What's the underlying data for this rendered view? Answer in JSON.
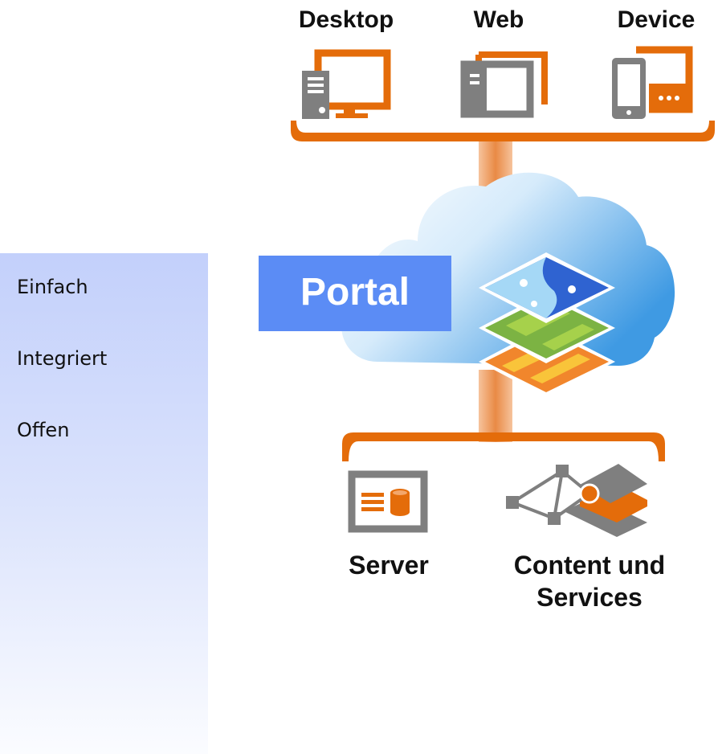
{
  "features": [
    "Einfach",
    "Integriert",
    "Offen"
  ],
  "clients": {
    "desktop": "Desktop",
    "web": "Web",
    "device": "Device"
  },
  "portal": {
    "label": "Portal"
  },
  "backend": {
    "server": "Server",
    "content_line1": "Content und",
    "content_line2": "Services"
  },
  "colors": {
    "orange": "#e46c0a",
    "connector": "#f3a76c",
    "portal_blue": "#5b8cf5",
    "icon_gray": "#7f7f7f",
    "panel_blue": "#c3d0fb"
  },
  "icons": [
    "desktop-icon",
    "web-icon",
    "device-icon",
    "cloud-icon",
    "map-layers-icon",
    "server-icon",
    "content-services-icon"
  ]
}
